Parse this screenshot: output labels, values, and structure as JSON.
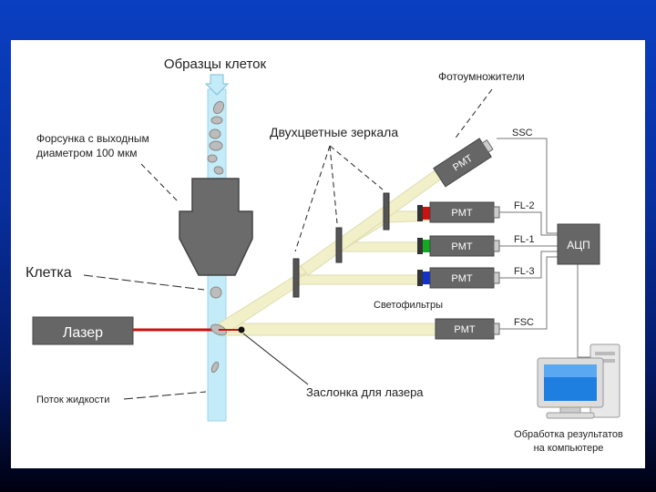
{
  "diagram": {
    "labels": {
      "samples": "Образцы клеток",
      "nozzle": "Форсунка с выходным",
      "nozzle_line2": "диаметром 100 мкм",
      "dichroic": "Двухцветные зеркала",
      "pmts": "Фотоумножители",
      "cell": "Клетка",
      "laser": "Лазер",
      "filters": "Светофильтры",
      "flow": "Поток жидкости",
      "shutter": "Заслонка для лазера",
      "computer": "Обработка результатов",
      "computer_line2": "на компьютере",
      "adc": "АЦП"
    },
    "detectors": [
      {
        "pmt": "PMT",
        "channel": "SSC"
      },
      {
        "pmt": "PMT",
        "channel": "FL-2",
        "filter_color": "#cc1111"
      },
      {
        "pmt": "PMT",
        "channel": "FL-1",
        "filter_color": "#11aa22"
      },
      {
        "pmt": "PMT",
        "channel": "FL-3",
        "filter_color": "#1133cc"
      },
      {
        "pmt": "PMT",
        "channel": "FSC"
      }
    ],
    "colors": {
      "stream": "#bfe9f7",
      "beam": "#f2f0c8",
      "laser_line": "#cc1111",
      "device": "#666666"
    }
  }
}
